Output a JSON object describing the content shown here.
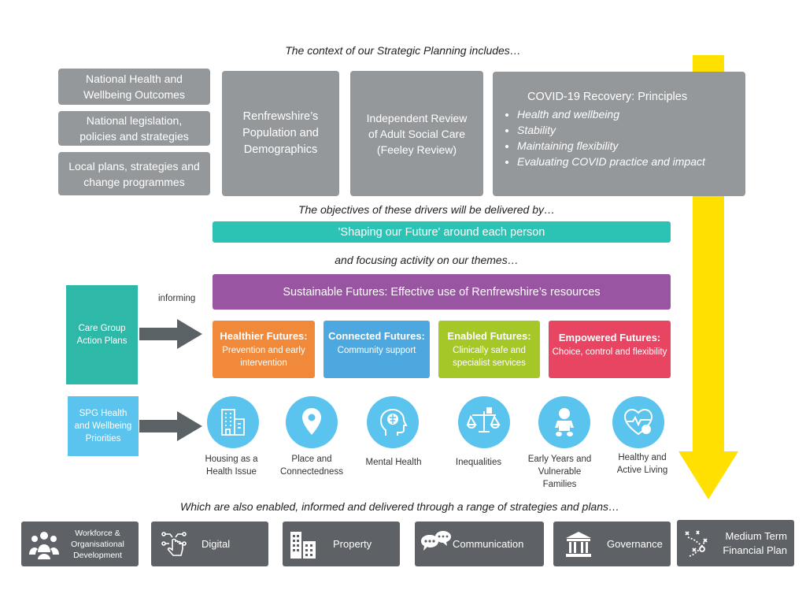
{
  "captions": {
    "context": "The context of our Strategic Planning includes…",
    "objectives": "The objectives of these drivers will be delivered by…",
    "focusing": "and focusing activity on our themes…",
    "enabled": "Which are also enabled, informed and delivered through a range of strategies and plans…"
  },
  "context_boxes": {
    "national_outcomes": "National Health and Wellbeing Outcomes",
    "national_legislation": "National legislation, policies and strategies",
    "local_plans": "Local plans, strategies and change programmes",
    "population": "Renfrewshire’s Population and Demographics",
    "review": "Independent Review of Adult Social Care (Feeley Review)",
    "covid_title": "COVID-19 Recovery: Principles",
    "covid_items": [
      "Health and wellbeing",
      "Stability",
      "Maintaining flexibility",
      "Evaluating COVID practice and impact"
    ]
  },
  "shaping": "'Shaping our Future' around each person",
  "sustainable": "Sustainable Futures: Effective use of Renfrewshire’s resources",
  "informing": "informing",
  "care_group": "Care Group Action Plans",
  "spg": "SPG Health and Wellbeing Priorities",
  "themes": [
    {
      "title": "Healthier Futures:",
      "sub": "Prevention and early intervention",
      "color": "#f08a3a"
    },
    {
      "title": "Connected Futures:",
      "sub": "Community support",
      "color": "#4ea8e0"
    },
    {
      "title": "Enabled Futures:",
      "sub": "Clinically safe and specialist services",
      "color": "#a5c727"
    },
    {
      "title": "Empowered Futures:",
      "sub": "Choice, control and flexibility",
      "color": "#e84563"
    }
  ],
  "priorities": [
    {
      "label": "Housing as a Health Issue",
      "icon": "building-icon"
    },
    {
      "label": "Place and Connectedness",
      "icon": "location-pin-icon"
    },
    {
      "label": "Mental Health",
      "icon": "head-brain-icon"
    },
    {
      "label": "Inequalities",
      "icon": "scales-icon"
    },
    {
      "label": "Early Years and Vulnerable Families",
      "icon": "baby-icon"
    },
    {
      "label": "Healthy and Active Living",
      "icon": "heart-apple-icon"
    }
  ],
  "enablers": [
    {
      "label": "Workforce & Organisational Development",
      "icon": "people-group-icon"
    },
    {
      "label": "Digital",
      "icon": "digital-hand-icon"
    },
    {
      "label": "Property",
      "icon": "buildings-icon"
    },
    {
      "label": "Communication",
      "icon": "speech-bubbles-icon"
    },
    {
      "label": "Governance",
      "icon": "institution-icon"
    },
    {
      "label": "Medium Term Financial Plan",
      "icon": "strategy-play-icon"
    }
  ],
  "colors": {
    "grey_box": "#94989b",
    "teal": "#2cc2b4",
    "purple": "#9a55a2",
    "care_group": "#2eb8a8",
    "spg": "#5ac4ef",
    "arrow": "#5b6266",
    "yellow": "#ffe000",
    "enabler_box": "#5e6266"
  }
}
